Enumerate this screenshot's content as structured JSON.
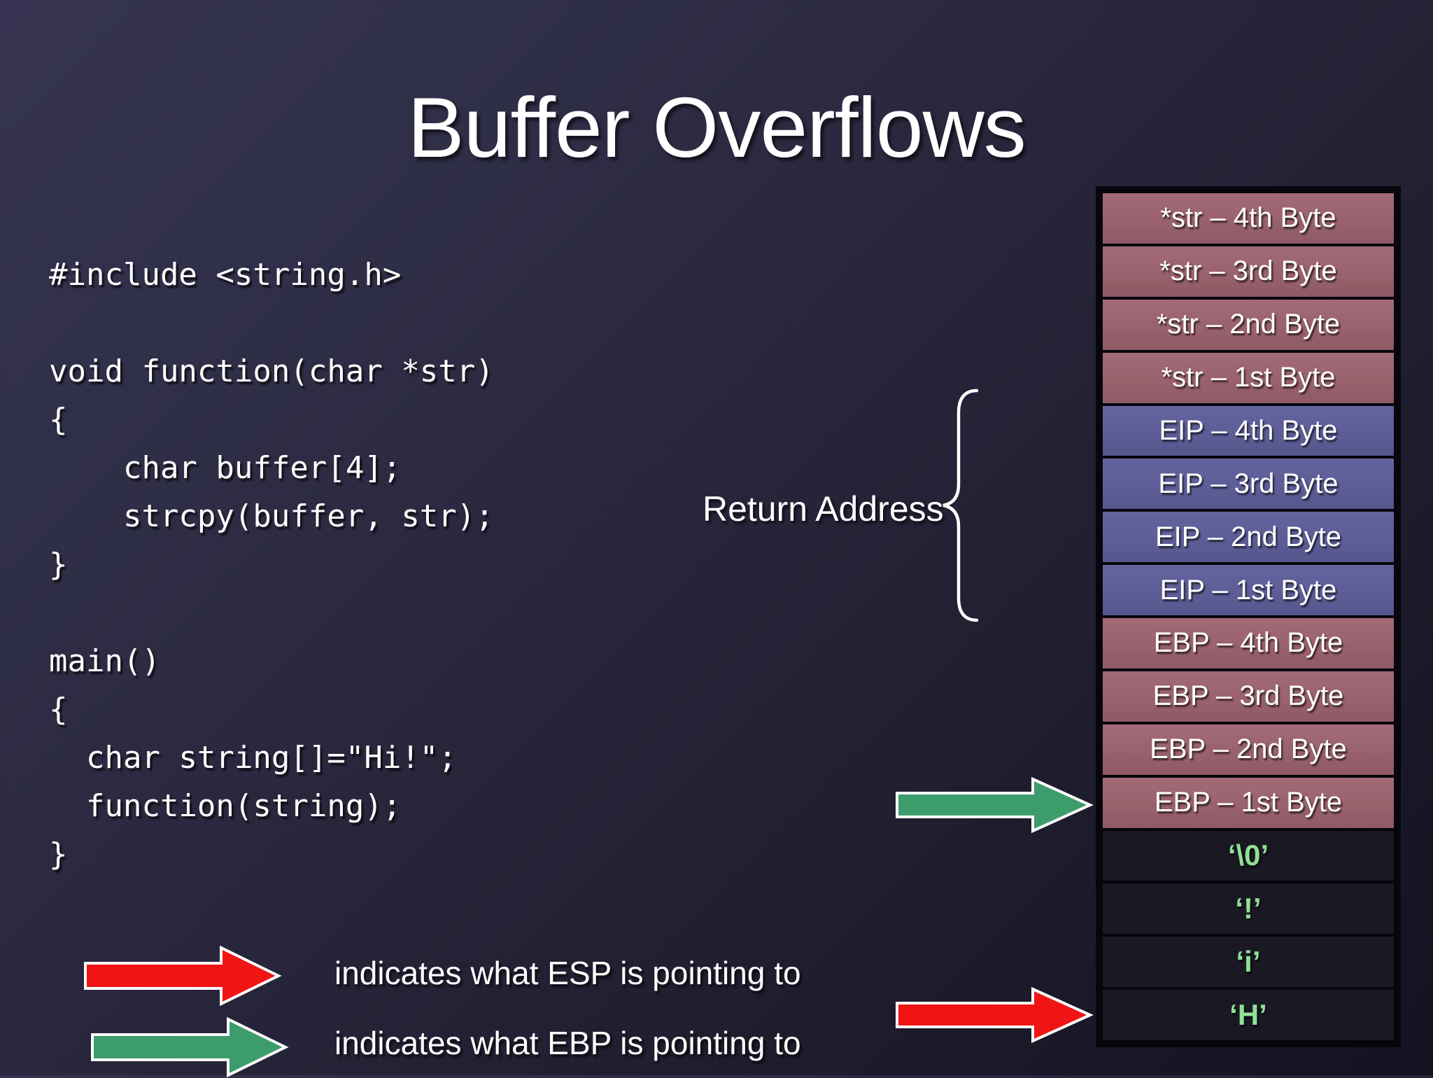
{
  "slide": {
    "title": "Buffer Overflows"
  },
  "code": {
    "lines": [
      "#include <string.h>",
      "",
      "void function(char *str)",
      "{",
      "    char buffer[4];",
      "    strcpy(buffer, str);",
      "}",
      "",
      "main()",
      "{",
      "  char string[]=\"Hi!\";",
      "  function(string);",
      "}"
    ]
  },
  "return_address": {
    "label": "Return Address"
  },
  "stack": {
    "rows": [
      {
        "label": "*str – 4th Byte",
        "section": "str"
      },
      {
        "label": "*str – 3rd Byte",
        "section": "str"
      },
      {
        "label": "*str – 2nd Byte",
        "section": "str"
      },
      {
        "label": "*str – 1st Byte",
        "section": "str"
      },
      {
        "label": "EIP – 4th Byte",
        "section": "eip"
      },
      {
        "label": "EIP – 3rd Byte",
        "section": "eip"
      },
      {
        "label": "EIP – 2nd Byte",
        "section": "eip"
      },
      {
        "label": "EIP – 1st Byte",
        "section": "eip"
      },
      {
        "label": "EBP – 4th Byte",
        "section": "ebp"
      },
      {
        "label": "EBP – 3rd Byte",
        "section": "ebp"
      },
      {
        "label": "EBP – 2nd Byte",
        "section": "ebp"
      },
      {
        "label": "EBP – 1st Byte",
        "section": "ebp"
      },
      {
        "label": "‘\\0’",
        "section": "char"
      },
      {
        "label": "‘!’",
        "section": "char"
      },
      {
        "label": "‘i’",
        "section": "char"
      },
      {
        "label": "‘H’",
        "section": "char"
      }
    ]
  },
  "legend": {
    "esp": "indicates what ESP is pointing to",
    "ebp": "indicates what EBP is pointing to"
  },
  "colors": {
    "background_top": "#363452",
    "background_bottom": "#131220",
    "cell_str_ebp": "#9a6370",
    "cell_eip": "#5e5f99",
    "cell_char_bg": "#1a1923",
    "char_text_green": "#8fe096",
    "arrow_red": "#f01414",
    "arrow_green": "#3d9c6c",
    "text_white": "#ffffff"
  }
}
